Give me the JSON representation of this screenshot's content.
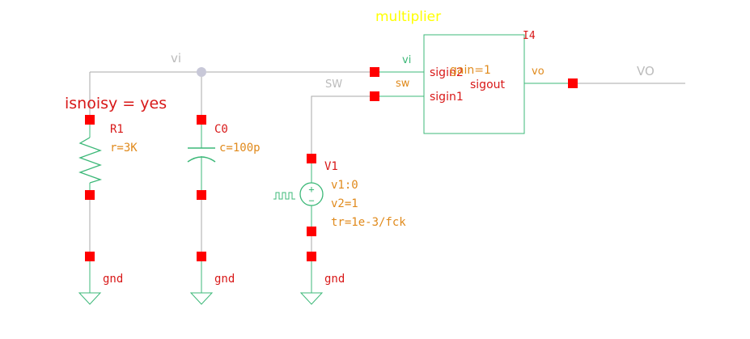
{
  "colors": {
    "wire": "#aaaaaa",
    "device": "#3cb878",
    "pin": "#ff0000",
    "inst_name": "#d81818",
    "param": "#e08a1c",
    "net_label": "#bbbbbb",
    "title": "#ffff00",
    "junction": "#c8c8d8"
  },
  "title": "multiplier",
  "block": {
    "inst": "I4",
    "pin_sigin2": "sigin2",
    "pin_sigin1": "sigin1",
    "pin_sigout": "sigout",
    "param": "gain=1"
  },
  "nets": {
    "vi_top": "vi",
    "vi_block": "vi",
    "sw_top": "SW",
    "sw_block": "sw",
    "vo_block": "vo",
    "vo_out": "VO"
  },
  "note": "isnoisy = yes",
  "r1": {
    "name": "R1",
    "param": "r=3K",
    "gnd": "gnd"
  },
  "c0": {
    "name": "C0",
    "param": "c=100p",
    "gnd": "gnd"
  },
  "v1": {
    "name": "V1",
    "p1": "v1:0",
    "p2": "v2=1",
    "p3": "tr=1e-3/fck",
    "gnd": "gnd"
  },
  "icons": [
    "resistor-icon",
    "capacitor-icon",
    "pulse-source-icon",
    "ground-icon"
  ]
}
